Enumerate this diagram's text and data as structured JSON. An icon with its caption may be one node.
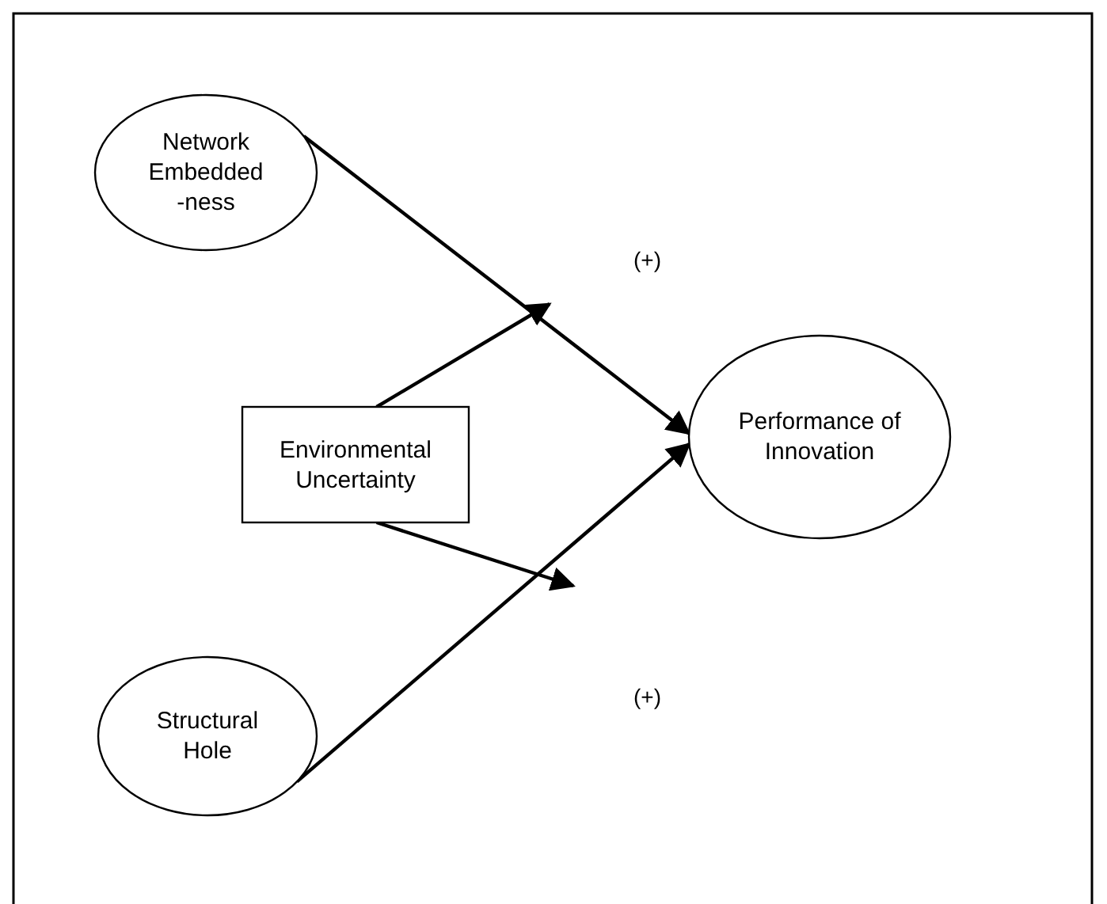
{
  "diagram": {
    "nodes": [
      {
        "text": [
          "Network Embedded -ness"
        ]
      },
      {
        "text": [
          "Environmental Uncertainty"
        ]
      },
      {
        "text": [
          "Performance of Innovation"
        ]
      },
      {
        "text": [
          "Structural Hole"
        ]
      }
    ],
    "edges": [
      {
        "from": 0,
        "to": 2,
        "arrow": "to"
      },
      {
        "from": 1,
        "to": null,
        "arrow": "to"
      },
      {
        "from": 3,
        "to": 2,
        "arrow": "to"
      },
      {
        "from": 1,
        "to": null,
        "arrow": "to"
      }
    ],
    "labels": [
      "(+)",
      "(+)"
    ]
  }
}
